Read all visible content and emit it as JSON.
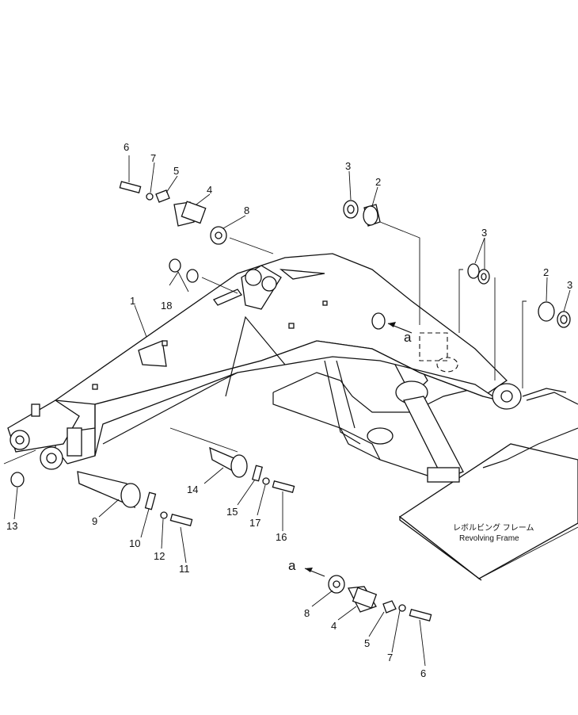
{
  "callouts": {
    "c1": "1",
    "c2": "2",
    "c3": "3",
    "c4": "4",
    "c5": "5",
    "c6": "6",
    "c7": "7",
    "c8": "8",
    "c9": "9",
    "c10": "10",
    "c11": "11",
    "c12": "12",
    "c13": "13",
    "c14": "14",
    "c15": "15",
    "c16": "16",
    "c17": "17",
    "c18": "18"
  },
  "markers": {
    "view_a": "a"
  },
  "frame_label": {
    "japanese": "レボルビング フレーム",
    "english": "Revolving Frame"
  }
}
